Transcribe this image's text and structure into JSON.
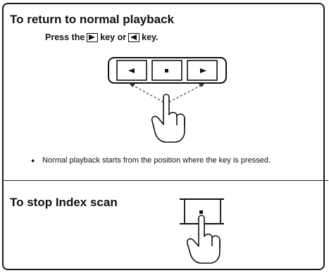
{
  "section_return": {
    "title": "To return to normal playback",
    "instruction_prefix": "Press the",
    "instruction_middle": "key or",
    "instruction_suffix": "key.",
    "note": "Normal playback starts from the position where the key is pressed."
  },
  "section_stop": {
    "title": "To stop Index scan"
  },
  "icons": {
    "forward_key": "play-forward-icon",
    "rewind_key": "rewind-icon",
    "stop_key": "stop-icon",
    "hand": "pointing-hand-icon"
  }
}
